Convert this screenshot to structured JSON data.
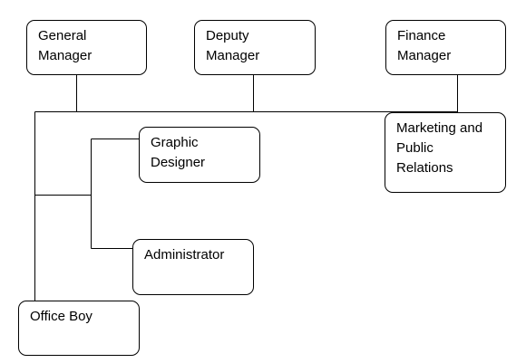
{
  "diagram": {
    "nodes": {
      "general_manager": "General\nManager",
      "deputy_manager": "Deputy\nManager",
      "finance_manager": "Finance\nManager",
      "marketing_pr": "Marketing and\nPublic\nRelations",
      "graphic_designer": "Graphic\nDesigner",
      "administrator": "Administrator",
      "office_boy": "Office Boy"
    },
    "line_color": "#000000",
    "box_border_color": "#000000",
    "box_fill_color": "#ffffff"
  }
}
